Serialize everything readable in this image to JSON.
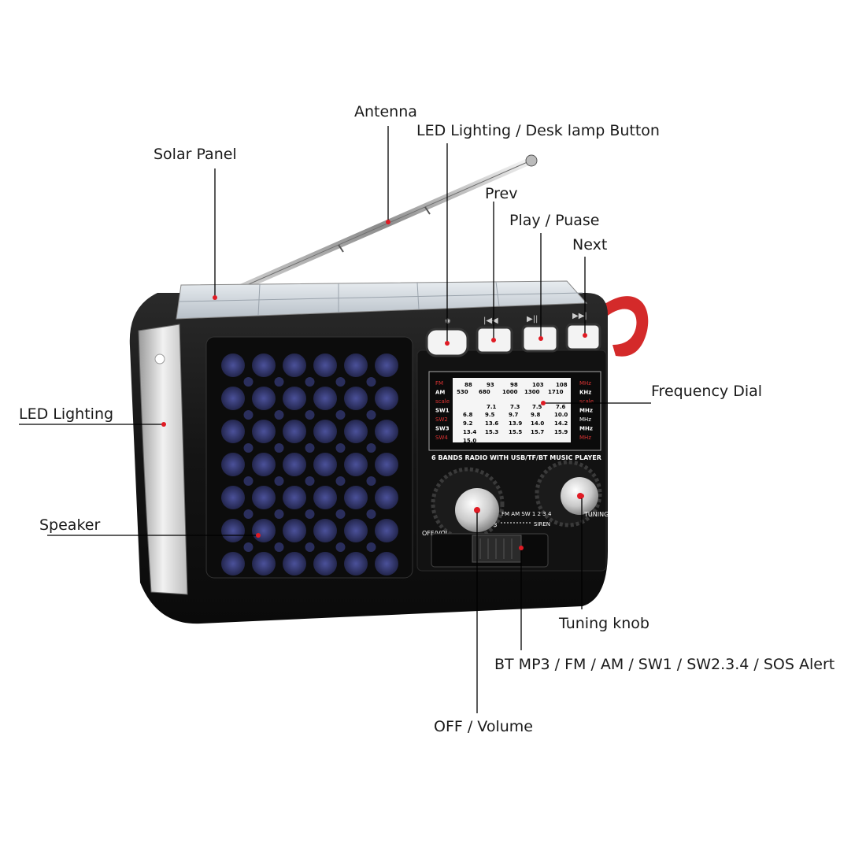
{
  "callouts": {
    "antenna": "Antenna",
    "led_lamp_button": "LED Lighting / Desk lamp Button",
    "solar_panel": "Solar Panel",
    "prev": "Prev",
    "play_pause": "Play / Puase",
    "next": "Next",
    "frequency_dial": "Frequency Dial",
    "led_lighting": "LED Lighting",
    "speaker": "Speaker",
    "tuning_knob": "Tuning knob",
    "mode_switch": "BT MP3 / FM / AM / SW1 / SW2.3.4 / SOS Alert",
    "off_volume": "OFF / Volume"
  },
  "dial": {
    "band_labels": [
      "FM",
      "AM",
      "scale",
      "SW1",
      "SW2",
      "SW3",
      "SW4"
    ],
    "unit_labels": [
      "MHz",
      "KHz",
      "scale",
      "MHz",
      "MHz",
      "MHz",
      "MHz"
    ],
    "fm_values": [
      "88",
      "93",
      "98",
      "103",
      "108"
    ],
    "am_values": [
      "530",
      "680",
      "1000",
      "1300",
      "1710"
    ],
    "sw1_values": [
      "7.1",
      "7.3",
      "7.5",
      "7.6"
    ],
    "sw_row_a": [
      "6.8",
      "9.5",
      "9.7",
      "9.8",
      "10.0"
    ],
    "sw_row_b": [
      "9.2",
      "13.6",
      "13.9",
      "14.0",
      "14.2"
    ],
    "sw_row_c": [
      "13.4",
      "15.3",
      "15.5",
      "15.7",
      "15.9"
    ],
    "sw_row_d": [
      "15.0"
    ],
    "caption": "6 BANDS RADIO WITH USB/TF/BT MUSIC PLAYER"
  },
  "panel_text": {
    "volume_label": "OFF/VOL",
    "tuning_label": "TUNING",
    "switch_modes": "FM AM SW 1 2 3 4",
    "siren": "SIREN",
    "mp3": "3"
  },
  "colors": {
    "body": "#111111",
    "speaker_hole": "#3a3f7a",
    "strap": "#d42a2a",
    "pointer_dot": "#e01b24"
  }
}
